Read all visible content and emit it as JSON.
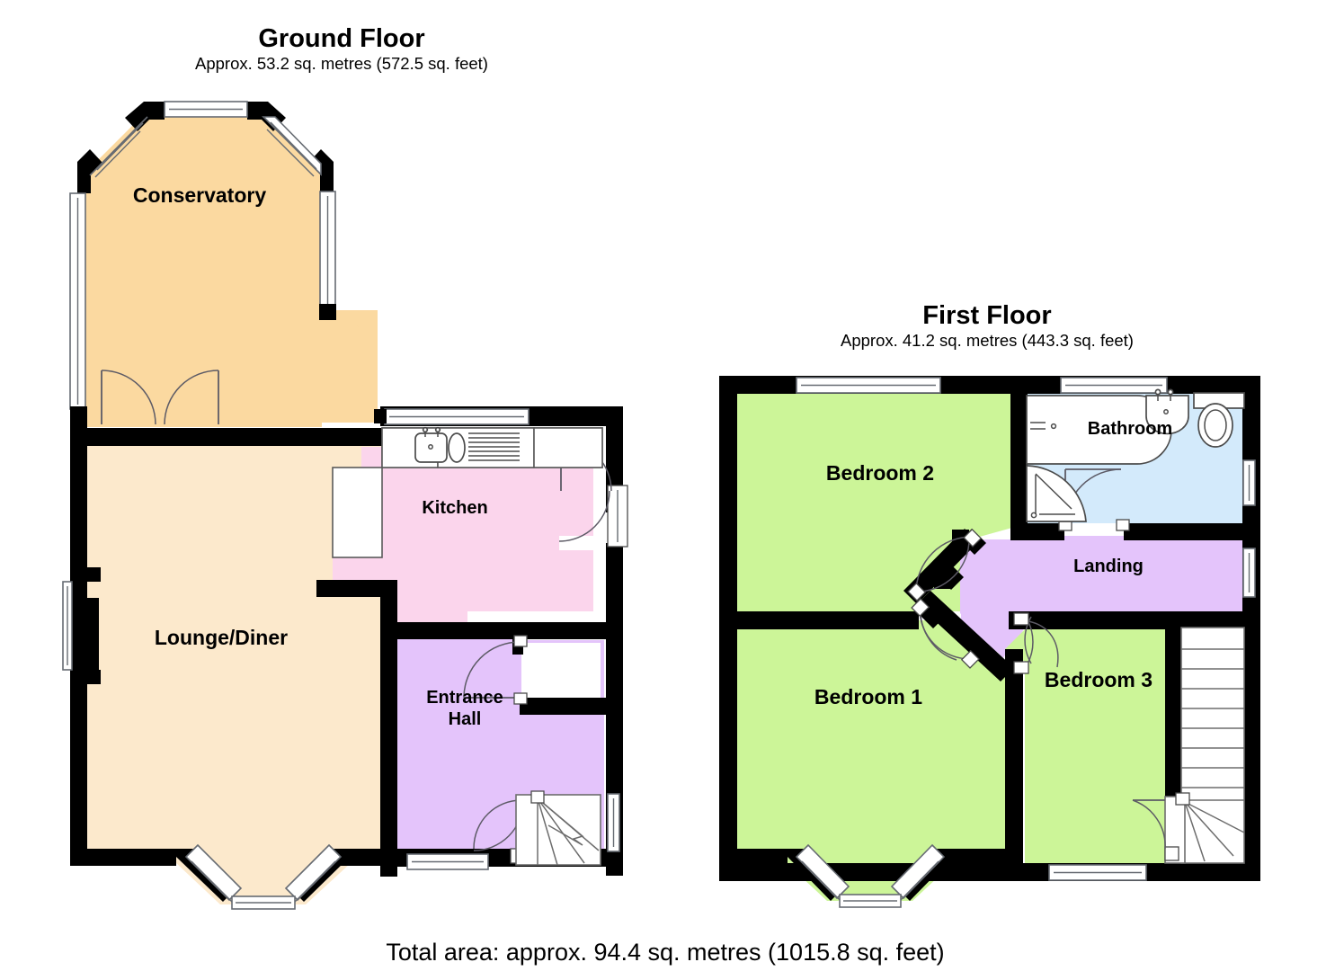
{
  "document": {
    "type": "floor-plan",
    "total_area_text": "Total area: approx. 94.4 sq. metres (1015.8 sq. feet)"
  },
  "floors": [
    {
      "id": "ground",
      "title": "Ground Floor",
      "subtitle": "Approx. 53.2 sq. metres (572.5 sq. feet)",
      "area_sq_m": 53.2,
      "area_sq_ft": 572.5,
      "rooms": [
        {
          "id": "conservatory",
          "label": "Conservatory",
          "color": "#FBD9A0"
        },
        {
          "id": "lounge-diner",
          "label": "Lounge/Diner",
          "color": "#FCE9CC"
        },
        {
          "id": "kitchen",
          "label": "Kitchen",
          "color": "#FBD5EC"
        },
        {
          "id": "entrance-hall",
          "label": "Entrance\nHall",
          "label_line1": "Entrance",
          "label_line2": "Hall",
          "color": "#E4C4FB"
        }
      ]
    },
    {
      "id": "first",
      "title": "First Floor",
      "subtitle": "Approx. 41.2 sq. metres (443.3 sq. feet)",
      "area_sq_m": 41.2,
      "area_sq_ft": 443.3,
      "rooms": [
        {
          "id": "bedroom-2",
          "label": "Bedroom 2",
          "color": "#CCF598"
        },
        {
          "id": "bedroom-1",
          "label": "Bedroom 1",
          "color": "#CCF598"
        },
        {
          "id": "bedroom-3",
          "label": "Bedroom 3",
          "color": "#CCF598"
        },
        {
          "id": "bathroom",
          "label": "Bathroom",
          "color": "#D3EAFB"
        },
        {
          "id": "landing",
          "label": "Landing",
          "color": "#E4C4FB"
        }
      ]
    }
  ],
  "palette": {
    "wall": "#000000",
    "conservatory": "#FBD9A0",
    "lounge": "#FCE9CC",
    "kitchen": "#FBD5EC",
    "hall_landing": "#E4C4FB",
    "bedroom": "#CCF598",
    "bathroom": "#D3EAFB",
    "window_stroke": "#666b72",
    "background": "#FFFFFF"
  },
  "fixtures": {
    "kitchen": [
      "sink-fixture",
      "drainer-fixture",
      "counter-unit"
    ],
    "bathroom": [
      "bath-fixture",
      "corner-shower-fixture",
      "wash-basin-fixture",
      "toilet-fixture"
    ],
    "stairs": [
      "staircase-ground",
      "staircase-first"
    ]
  }
}
